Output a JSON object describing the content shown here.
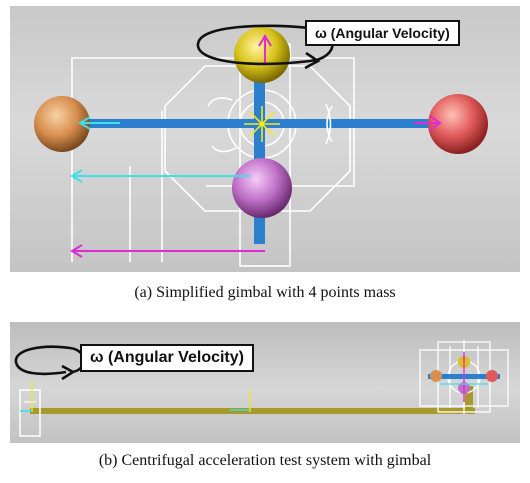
{
  "figure_a": {
    "label": "ω (Angular Velocity)",
    "caption": "(a) Simplified gimbal with 4 points mass",
    "masses": [
      {
        "name": "top-mass",
        "color": "#d8c21a"
      },
      {
        "name": "left-mass",
        "color": "#d99050"
      },
      {
        "name": "right-mass",
        "color": "#e05a5a"
      },
      {
        "name": "bottom-mass",
        "color": "#c070c8"
      }
    ]
  },
  "figure_b": {
    "label": "ω (Angular Velocity)",
    "caption": "(b) Centrifugal acceleration test system with gimbal",
    "arm_color": "#a89a2a"
  }
}
